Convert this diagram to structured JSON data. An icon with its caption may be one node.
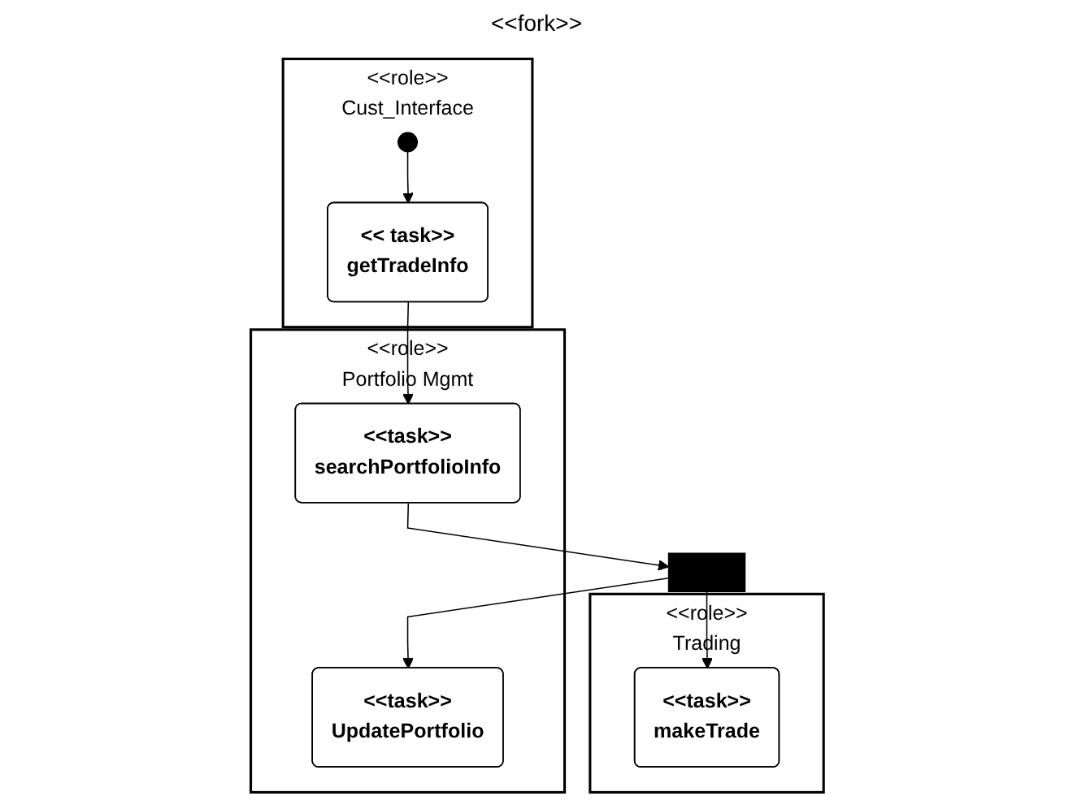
{
  "diagram": {
    "nodes": [
      {
        "text": [
          "<<role>>",
          "Cust_Interface"
        ]
      },
      {
        "text": [
          "<<role>>",
          "Portfolio Mgmt"
        ]
      },
      {
        "text": [
          "<<role>>",
          "Trading"
        ]
      },
      {
        "text": [],
        "shape": "circle",
        "in": 0
      },
      {
        "text": [
          "<< task>>",
          "getTradeInfo"
        ],
        "in": 0
      },
      {
        "text": [
          "<<task>>",
          "searchPortfolioInfo"
        ],
        "in": 1
      },
      {
        "text": [],
        "shape": "bar"
      },
      {
        "text": [
          "<<task>>",
          "UpdatePortfolio"
        ],
        "in": 1
      },
      {
        "text": [
          "<<task>>",
          "makeTrade"
        ],
        "in": 2
      }
    ],
    "edges": [
      {
        "from": 3,
        "to": 4,
        "arrow": "to"
      },
      {
        "from": 4,
        "to": 5,
        "arrow": "to"
      },
      {
        "from": 5,
        "to": 6,
        "arrow": "to"
      },
      {
        "from": 6,
        "to": 7,
        "arrow": "to"
      },
      {
        "from": 6,
        "to": 8,
        "arrow": "to"
      }
    ],
    "labels": [
      "<<fork>>"
    ]
  }
}
